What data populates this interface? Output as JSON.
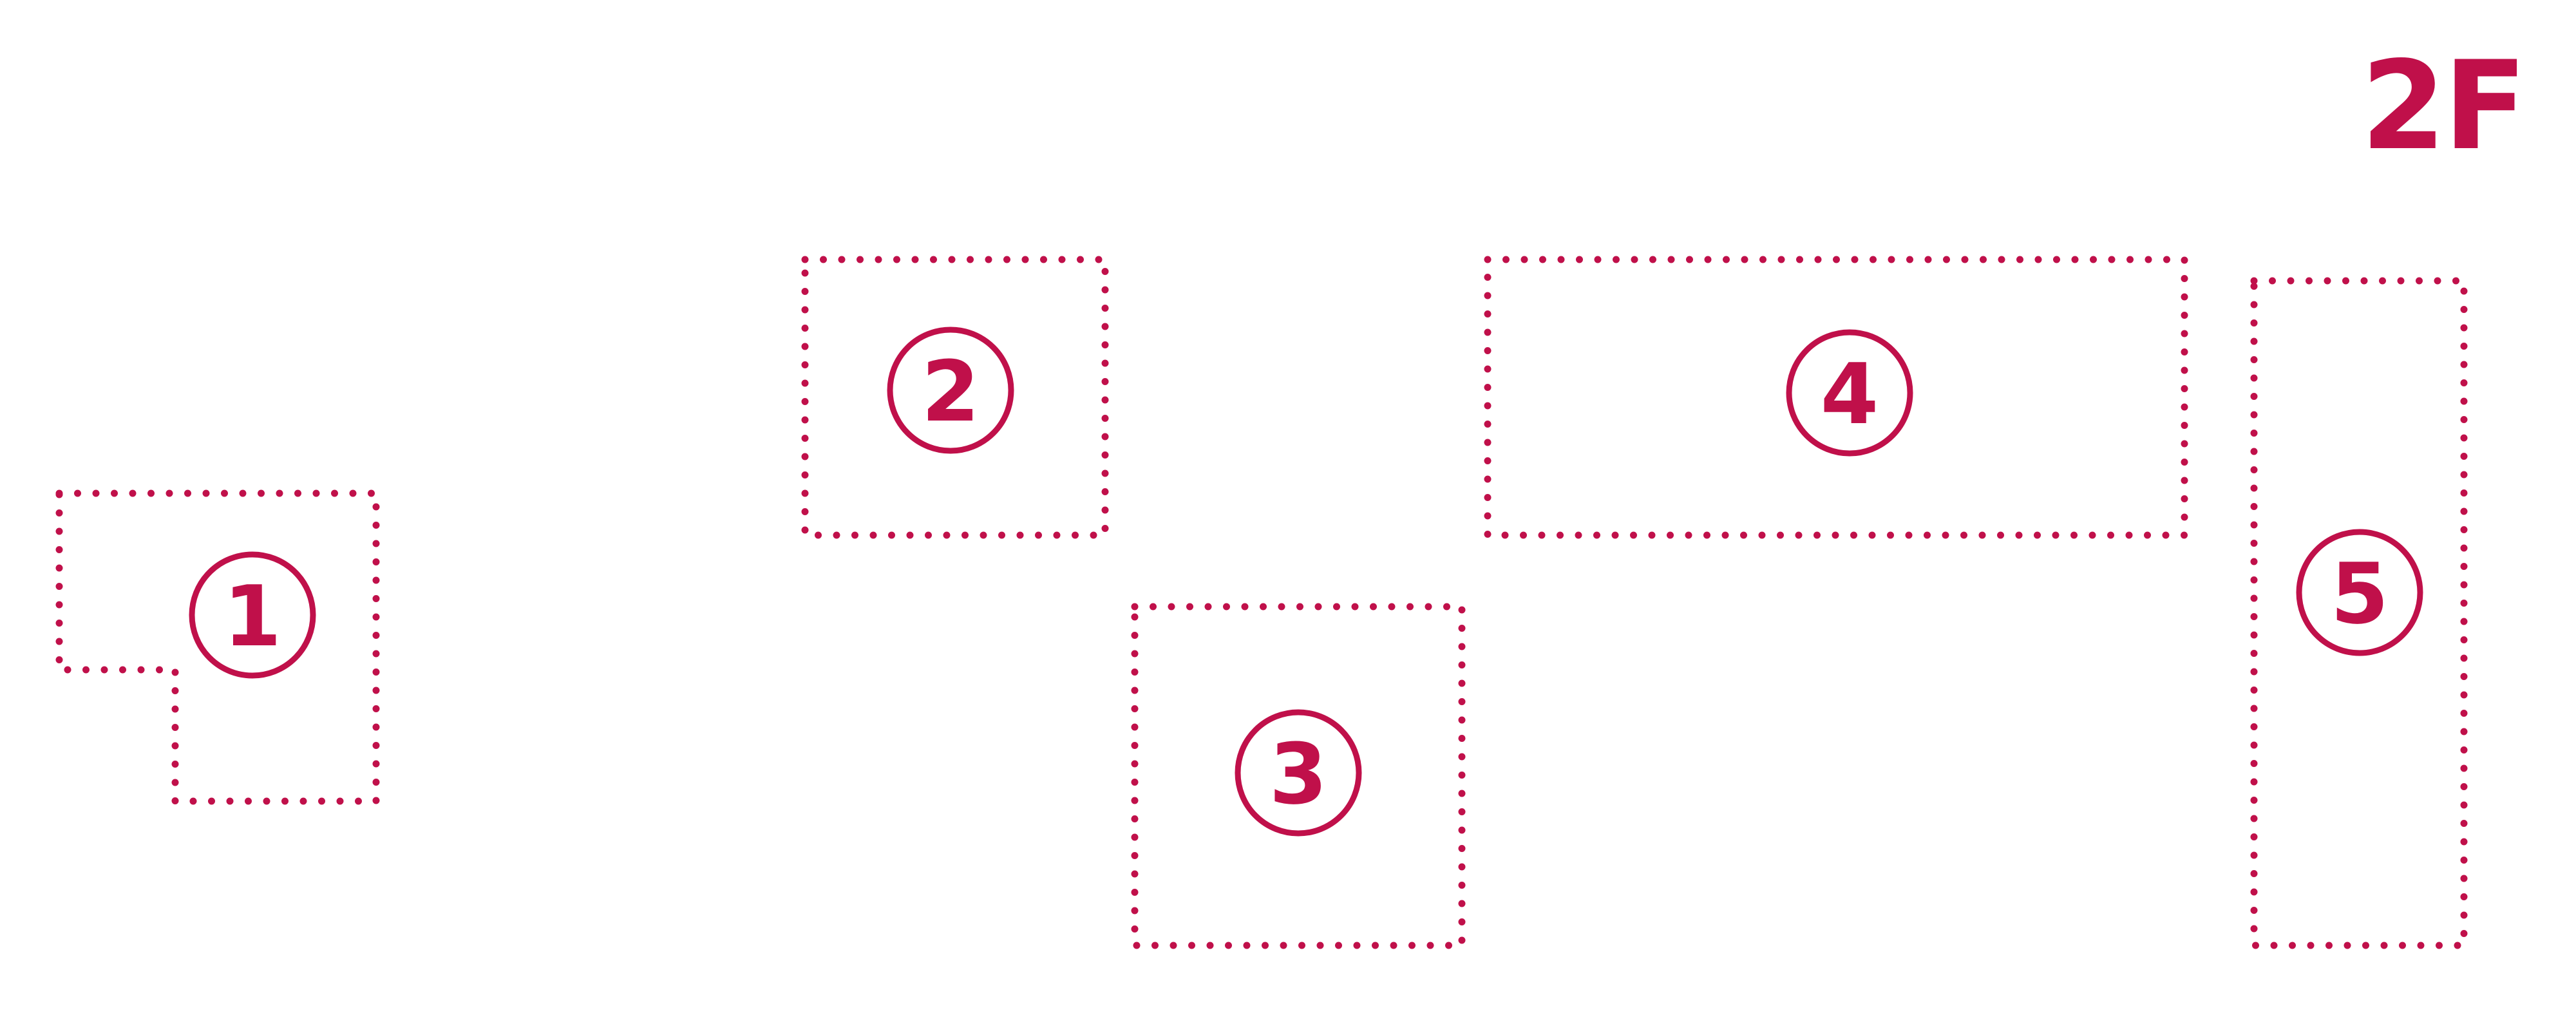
{
  "floor": {
    "label": "2F"
  },
  "colors": {
    "accent": "#c0104a",
    "background": "#ffffff"
  },
  "areas": [
    {
      "number": "1"
    },
    {
      "number": "2"
    },
    {
      "number": "3"
    },
    {
      "number": "4"
    },
    {
      "number": "5"
    }
  ]
}
